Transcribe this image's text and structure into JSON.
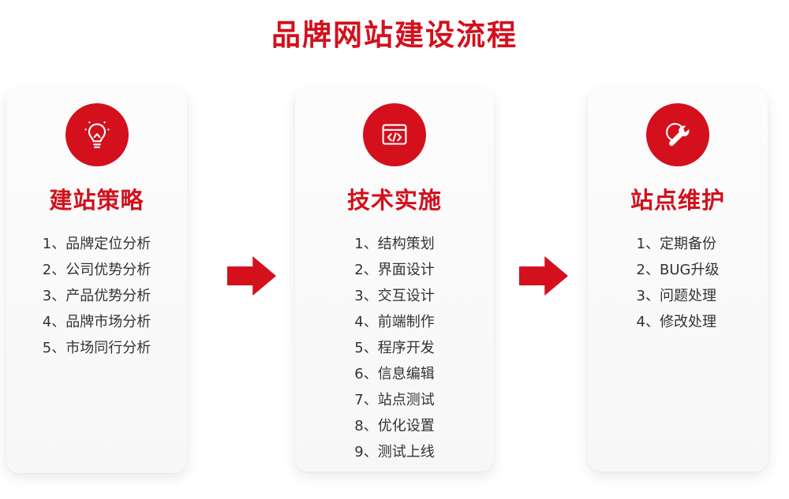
{
  "page": {
    "title": "品牌网站建设流程"
  },
  "colors": {
    "accent": "#d3101c",
    "text": "#333333",
    "card_bg": "#fafafa"
  },
  "cards": [
    {
      "icon": "idea-bulb-icon",
      "title": "建站策略",
      "items": [
        "1、品牌定位分析",
        "2、公司优势分析",
        "3、产品优势分析",
        "4、品牌市场分析",
        "5、市场同行分析"
      ]
    },
    {
      "icon": "code-window-icon",
      "title": "技术实施",
      "items": [
        "1、结构策划",
        "2、界面设计",
        "3、交互设计",
        "4、前端制作",
        "5、程序开发",
        "6、信息编辑",
        "7、站点测试",
        "8、优化设置",
        "9、测试上线"
      ]
    },
    {
      "icon": "maintenance-wrench-icon",
      "title": "站点维护",
      "items": [
        "1、定期备份",
        "2、BUG升级",
        "3、问题处理",
        "4、修改处理"
      ]
    }
  ]
}
